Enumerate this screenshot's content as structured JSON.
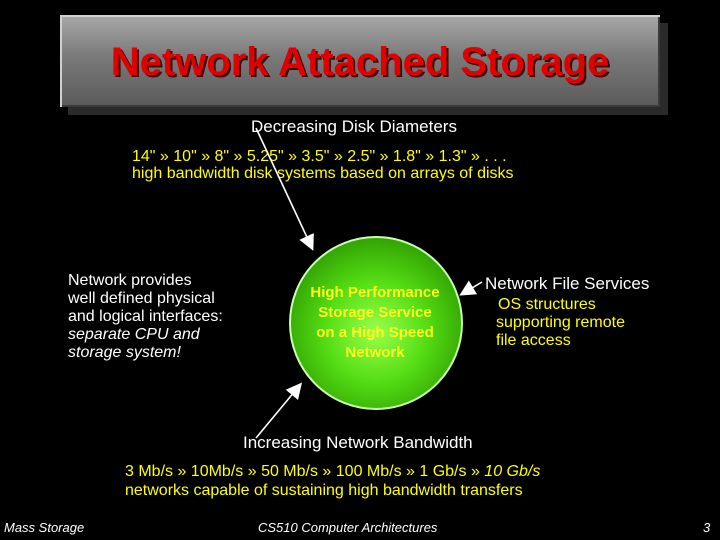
{
  "slide": {
    "title": "Network Attached Storage",
    "top": {
      "heading": "Decreasing Disk Diameters",
      "line1": "14\" » 10\" » 8\" » 5.25\" » 3.5\" » 2.5\" » 1.8\" » 1.3\" » . . .",
      "line2": "high bandwidth disk systems based on arrays of disks"
    },
    "left": {
      "line1": "Network provides",
      "line2": "well defined physical",
      "line3": "and logical interfaces:",
      "line4": "separate CPU and",
      "line5": "storage system!"
    },
    "center": {
      "line1": "High Performance",
      "line2": "Storage Service",
      "line3": "on a High Speed",
      "line4": "Network"
    },
    "right": {
      "heading": "Network File Services",
      "line1": "OS structures",
      "line2": "supporting remote",
      "line3": "file access"
    },
    "bottom": {
      "heading": "Increasing Network Bandwidth",
      "line1_plain": "3 Mb/s » 10Mb/s » 50 Mb/s » 100 Mb/s » 1 Gb/s » ",
      "line1_italic": "10 Gb/s",
      "line2": "networks capable of sustaining high bandwidth transfers"
    },
    "footer": {
      "left": "Mass Storage",
      "center": "CS510 Computer Architectures",
      "page": "3"
    },
    "colors": {
      "title": "#e00000",
      "accent": "#ffff00",
      "circle": "#55dd14",
      "background": "#000000"
    }
  }
}
